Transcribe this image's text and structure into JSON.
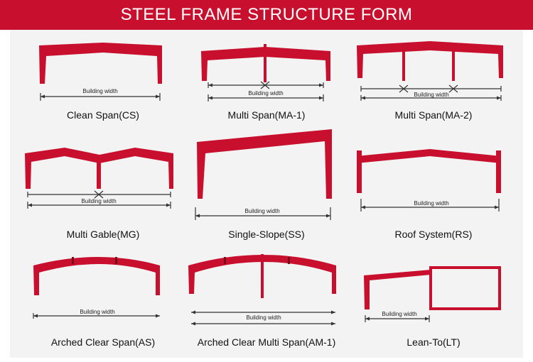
{
  "title": "STEEL FRAME STRUCTURE FORM",
  "colors": {
    "frame": "#c8102e",
    "panel": "#f3f3f3",
    "header": "#c8102e",
    "dimension": "#333333"
  },
  "structures": [
    {
      "caption": "Clean Span(CS)",
      "width_label": "Building width"
    },
    {
      "caption": "Multi Span(MA-1)",
      "width_label": "Building width"
    },
    {
      "caption": "Multi Span(MA-2)",
      "width_label": "Building width"
    },
    {
      "caption": "Multi Gable(MG)",
      "width_label": "Building width"
    },
    {
      "caption": "Single-Slope(SS)",
      "width_label": "Building width"
    },
    {
      "caption": "Roof System(RS)",
      "width_label": "Building width"
    },
    {
      "caption": "Arched Clear Span(AS)",
      "width_label": "Building width"
    },
    {
      "caption": "Arched Clear Multi Span(AM-1)",
      "width_label": "Building width"
    },
    {
      "caption": "Lean-To(LT)",
      "width_label": "Building width"
    }
  ]
}
